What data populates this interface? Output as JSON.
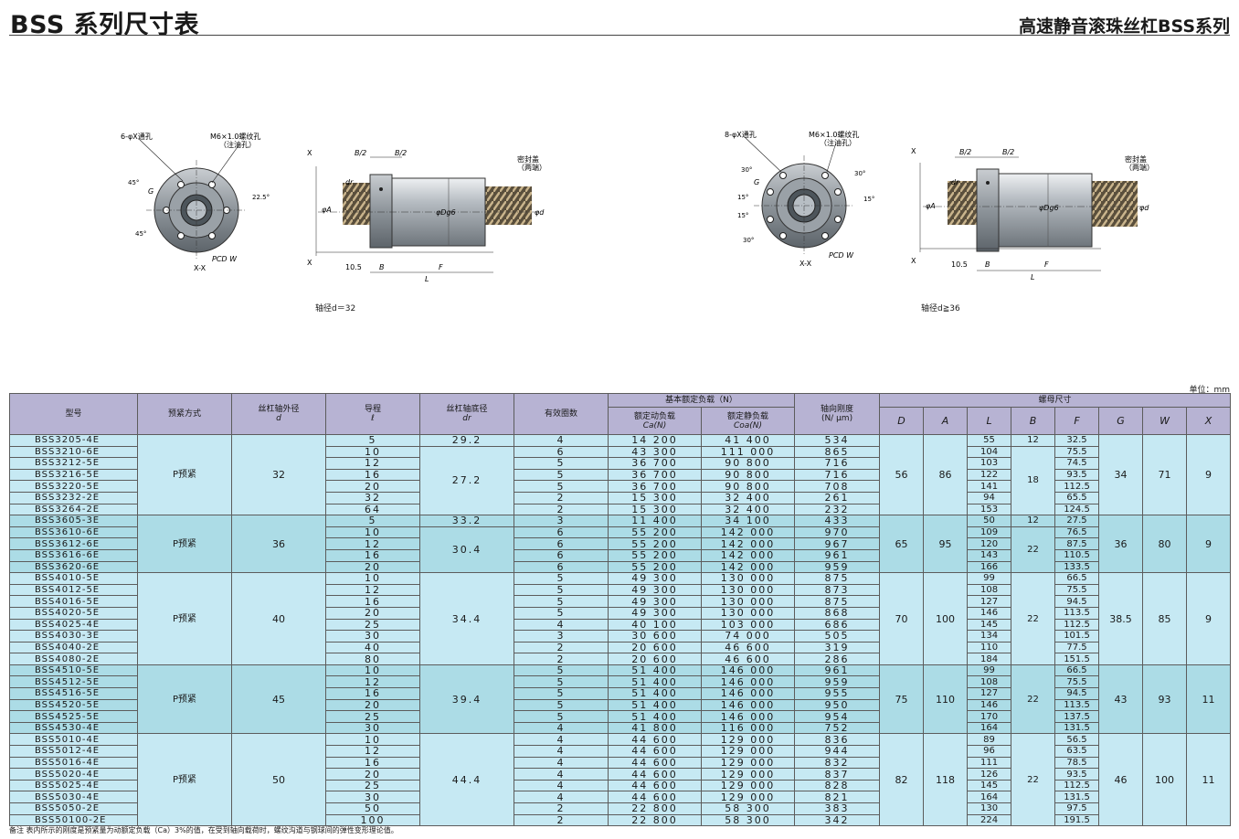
{
  "page": {
    "title": "BSS 系列尺寸表",
    "subtitle": "高速静音滚珠丝杠BSS系列"
  },
  "drawing_left": {
    "caption": "轴径d＝32",
    "holes_label": "6-φX通孔",
    "tap_label": "M6×1.0螺纹孔",
    "tap_sub": "（注油孔）",
    "section": "X-X",
    "seal": "密封盖",
    "seal_sub": "（两端）",
    "dim_105": "10.5",
    "dim_b": "B",
    "dim_f": "F",
    "dim_l": "L",
    "dim_b2": "B/2",
    "dim_g": "G",
    "dim_pcd": "PCD W",
    "ang_45": "45°",
    "ang_225": "22.5°",
    "dim_phiA": "φA",
    "dim_dr": "dr",
    "dim_phiD": "φDg6",
    "dim_phid": "φd",
    "x_mark": "X"
  },
  "drawing_right": {
    "caption": "轴径d≧36",
    "holes_label": "8-φX通孔",
    "tap_label": "M6×1.0螺纹孔",
    "tap_sub": "（注油孔）",
    "section": "X-X",
    "seal": "密封盖",
    "seal_sub": "（两端）",
    "dim_105": "10.5",
    "dim_b": "B",
    "dim_f": "F",
    "dim_l": "L",
    "dim_b2": "B/2",
    "dim_g": "G",
    "dim_pcd": "PCD W",
    "ang_30": "30°",
    "ang_15": "15°",
    "dim_phiA": "φA",
    "dim_dr": "dr",
    "dim_phiD": "φDg6",
    "dim_phid": "φd",
    "x_mark": "X"
  },
  "unit": "单位：mm",
  "headers": {
    "model": "型号",
    "preload": "预紧方式",
    "shaft_od": "丝杠轴外径",
    "shaft_od_sym": "d",
    "lead": "导程",
    "lead_sym": "ℓ",
    "root": "丝杠轴底径",
    "root_sym": "dr",
    "turns": "有效圈数",
    "load_group": "基本额定负载（N）",
    "dyn": "额定动负载",
    "dyn_sym": "Ca(N)",
    "stat": "额定静负载",
    "stat_sym": "Coa(N)",
    "stiff": "轴向刚度",
    "stiff_unit": "(N/ μm)",
    "nut_group": "螺母尺寸",
    "nut_cols": [
      "D",
      "A",
      "L",
      "B",
      "F",
      "G",
      "W",
      "X"
    ]
  },
  "groups": [
    {
      "preload": "P预紧",
      "d": "32",
      "D": "56",
      "A": "86",
      "G": "34",
      "W": "71",
      "X": "9",
      "rows": [
        [
          "BSS3205-4E",
          "5",
          "29.2",
          "4",
          "14 200",
          "41 400",
          "534",
          "55",
          "12",
          "32.5"
        ],
        [
          "BSS3210-6E",
          "10",
          "27.2",
          "6",
          "43 300",
          "111 000",
          "865",
          "104",
          "18",
          "75.5"
        ],
        [
          "BSS3212-5E",
          "12",
          "",
          "5",
          "36 700",
          "90 800",
          "716",
          "103",
          "",
          "74.5"
        ],
        [
          "BSS3216-5E",
          "16",
          "",
          "5",
          "36 700",
          "90 800",
          "716",
          "122",
          "",
          "93.5"
        ],
        [
          "BSS3220-5E",
          "20",
          "",
          "5",
          "36 700",
          "90 800",
          "708",
          "141",
          "",
          "112.5"
        ],
        [
          "BSS3232-2E",
          "32",
          "",
          "2",
          "15 300",
          "32 400",
          "261",
          "94",
          "",
          "65.5"
        ],
        [
          "BSS3264-2E",
          "64",
          "",
          "2",
          "15 300",
          "32 400",
          "232",
          "153",
          "",
          "124.5"
        ]
      ]
    },
    {
      "preload": "P预紧",
      "d": "36",
      "D": "65",
      "A": "95",
      "G": "36",
      "W": "80",
      "X": "9",
      "rows": [
        [
          "BSS3605-3E",
          "5",
          "33.2",
          "3",
          "11 400",
          "34 100",
          "433",
          "50",
          "12",
          "27.5"
        ],
        [
          "BSS3610-6E",
          "10",
          "30.4",
          "6",
          "55 200",
          "142 000",
          "970",
          "109",
          "22",
          "76.5"
        ],
        [
          "BSS3612-6E",
          "12",
          "",
          "6",
          "55 200",
          "142 000",
          "967",
          "120",
          "",
          "87.5"
        ],
        [
          "BSS3616-6E",
          "16",
          "",
          "6",
          "55 200",
          "142 000",
          "961",
          "143",
          "",
          "110.5"
        ],
        [
          "BSS3620-6E",
          "20",
          "",
          "6",
          "55 200",
          "142 000",
          "959",
          "166",
          "",
          "133.5"
        ]
      ]
    },
    {
      "preload": "P预紧",
      "d": "40",
      "D": "70",
      "A": "100",
      "G": "38.5",
      "W": "85",
      "X": "9",
      "rows": [
        [
          "BSS4010-5E",
          "10",
          "34.4",
          "5",
          "49 300",
          "130 000",
          "875",
          "99",
          "22",
          "66.5"
        ],
        [
          "BSS4012-5E",
          "12",
          "",
          "5",
          "49 300",
          "130 000",
          "873",
          "108",
          "",
          "75.5"
        ],
        [
          "BSS4016-5E",
          "16",
          "",
          "5",
          "49 300",
          "130 000",
          "875",
          "127",
          "",
          "94.5"
        ],
        [
          "BSS4020-5E",
          "20",
          "",
          "5",
          "49 300",
          "130 000",
          "868",
          "146",
          "",
          "113.5"
        ],
        [
          "BSS4025-4E",
          "25",
          "",
          "4",
          "40 100",
          "103 000",
          "686",
          "145",
          "",
          "112.5"
        ],
        [
          "BSS4030-3E",
          "30",
          "",
          "3",
          "30 600",
          "74 000",
          "505",
          "134",
          "",
          "101.5"
        ],
        [
          "BSS4040-2E",
          "40",
          "",
          "2",
          "20 600",
          "46 600",
          "319",
          "110",
          "",
          "77.5"
        ],
        [
          "BSS4080-2E",
          "80",
          "",
          "2",
          "20 600",
          "46 600",
          "286",
          "184",
          "",
          "151.5"
        ]
      ]
    },
    {
      "preload": "P预紧",
      "d": "45",
      "D": "75",
      "A": "110",
      "G": "43",
      "W": "93",
      "X": "11",
      "rows": [
        [
          "BSS4510-5E",
          "10",
          "39.4",
          "5",
          "51 400",
          "146 000",
          "961",
          "99",
          "22",
          "66.5"
        ],
        [
          "BSS4512-5E",
          "12",
          "",
          "5",
          "51 400",
          "146 000",
          "959",
          "108",
          "",
          "75.5"
        ],
        [
          "BSS4516-5E",
          "16",
          "",
          "5",
          "51 400",
          "146 000",
          "955",
          "127",
          "",
          "94.5"
        ],
        [
          "BSS4520-5E",
          "20",
          "",
          "5",
          "51 400",
          "146 000",
          "950",
          "146",
          "",
          "113.5"
        ],
        [
          "BSS4525-5E",
          "25",
          "",
          "5",
          "51 400",
          "146 000",
          "954",
          "170",
          "",
          "137.5"
        ],
        [
          "BSS4530-4E",
          "30",
          "",
          "4",
          "41 800",
          "116 000",
          "752",
          "164",
          "",
          "131.5"
        ]
      ]
    },
    {
      "preload": "P预紧",
      "d": "50",
      "D": "82",
      "A": "118",
      "G": "46",
      "W": "100",
      "X": "11",
      "rows": [
        [
          "BSS5010-4E",
          "10",
          "44.4",
          "4",
          "44 600",
          "129 000",
          "836",
          "89",
          "22",
          "56.5"
        ],
        [
          "BSS5012-4E",
          "12",
          "",
          "4",
          "44 600",
          "129 000",
          "944",
          "96",
          "",
          "63.5"
        ],
        [
          "BSS5016-4E",
          "16",
          "",
          "4",
          "44 600",
          "129 000",
          "832",
          "111",
          "",
          "78.5"
        ],
        [
          "BSS5020-4E",
          "20",
          "",
          "4",
          "44 600",
          "129 000",
          "837",
          "126",
          "",
          "93.5"
        ],
        [
          "BSS5025-4E",
          "25",
          "",
          "4",
          "44 600",
          "129 000",
          "828",
          "145",
          "",
          "112.5"
        ],
        [
          "BSS5030-4E",
          "30",
          "",
          "4",
          "44 600",
          "129 000",
          "821",
          "164",
          "",
          "131.5"
        ],
        [
          "BSS5050-2E",
          "50",
          "",
          "2",
          "22 800",
          "58 300",
          "383",
          "130",
          "",
          "97.5"
        ],
        [
          "BSS50100-2E",
          "100",
          "",
          "2",
          "22 800",
          "58 300",
          "342",
          "224",
          "",
          "191.5"
        ]
      ]
    }
  ],
  "footnote": "备注  表内所示的刚度是预紧量为动额定负载（Ca）3%的值，在受到轴向载荷时，螺纹沟道与钢球间的弹性变形理论值。"
}
